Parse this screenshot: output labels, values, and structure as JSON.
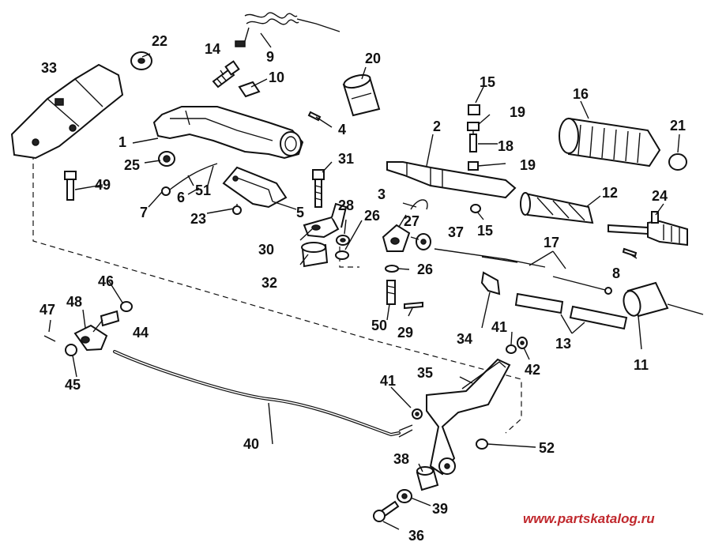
{
  "labels": [
    "1",
    "2",
    "3",
    "4",
    "5",
    "6",
    "7",
    "8",
    "9",
    "10",
    "11",
    "12",
    "13",
    "14",
    "15",
    "15",
    "16",
    "17",
    "18",
    "19",
    "19",
    "20",
    "21",
    "22",
    "23",
    "24",
    "25",
    "26",
    "26",
    "27",
    "28",
    "29",
    "30",
    "31",
    "32",
    "33",
    "34",
    "35",
    "36",
    "37",
    "38",
    "39",
    "40",
    "41",
    "41",
    "42",
    "44",
    "45",
    "46",
    "47",
    "48",
    "49",
    "50",
    "51",
    "52"
  ],
  "watermark": "www.partskatalog.ru",
  "colors": {
    "ink": "#111111",
    "watermark": "#c0282d",
    "background": "#ffffff"
  }
}
